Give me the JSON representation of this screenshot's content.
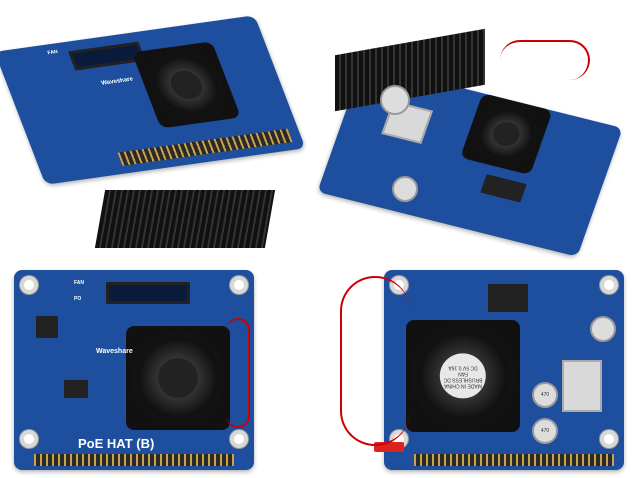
{
  "product": {
    "name": "PoE HAT (B)",
    "brand": "Waveshare",
    "fan_label": "FAN",
    "switch_label": "PO"
  },
  "fan_sticker": {
    "line1": "DC 5V 0.16A",
    "line2": "BRUSHLESS DC FAN",
    "line3": "MADE IN CHINA"
  },
  "capacitor_label": "470",
  "colors": {
    "pcb": "#1d4f9e",
    "fan": "#111111",
    "wire": "#cc0000"
  }
}
